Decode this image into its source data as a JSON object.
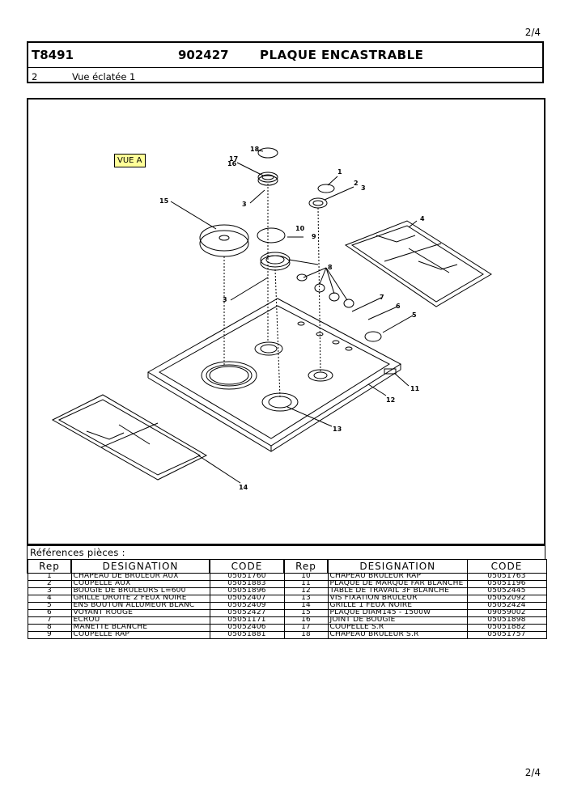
{
  "page": {
    "number": "2/4"
  },
  "header": {
    "model": "T8491",
    "reference": "902427",
    "title": "PLAQUE ENCASTRABLE",
    "view_number": "2",
    "view_label": "Vue éclatée 1"
  },
  "diagram": {
    "view_tag": "VUE A",
    "callouts": [
      "1",
      "2",
      "3",
      "4",
      "5",
      "6",
      "7",
      "8",
      "9",
      "10",
      "11",
      "12",
      "13",
      "14",
      "15",
      "16",
      "17",
      "18"
    ]
  },
  "parts": {
    "caption": "Références pièces  :",
    "headers": {
      "rep": "Rep",
      "designation": "DESIGNATION",
      "code": "CODE"
    },
    "rows": [
      {
        "left": {
          "rep": "1",
          "designation": "CHAPEAU DE BRULEUR AUX",
          "code": "05051760"
        },
        "right": {
          "rep": "10",
          "designation": "CHAPEAU BRULEUR RAP",
          "code": "05051763"
        }
      },
      {
        "left": {
          "rep": "2",
          "designation": "COUPELLE AUX",
          "code": "05051883"
        },
        "right": {
          "rep": "11",
          "designation": "PLAQUE DE MARQUE FAR BLANCHE",
          "code": "05051196"
        }
      },
      {
        "left": {
          "rep": "3",
          "designation": "BOUGIE DE  BRULEURS L=600",
          "code": "05051896"
        },
        "right": {
          "rep": "12",
          "designation": "TABLE DE TRAVAIL 3F BLANCHE",
          "code": "05052445"
        }
      },
      {
        "left": {
          "rep": "4",
          "designation": "GRILLE DROITE 2 FEUX NOIRE",
          "code": "05052407"
        },
        "right": {
          "rep": "13",
          "designation": "VIS FIXATION BRULEUR",
          "code": "05052092"
        }
      },
      {
        "left": {
          "rep": "5",
          "designation": "ENS BOUTON  ALLUMEUR BLANC",
          "code": "05052409"
        },
        "right": {
          "rep": "14",
          "designation": "GRILLE 1 FEUX NOIRE",
          "code": "05052424"
        }
      },
      {
        "left": {
          "rep": "6",
          "designation": "VOYANT ROUGE",
          "code": "05052427"
        },
        "right": {
          "rep": "15",
          "designation": "PLAQUE DIAM145 - 1500W",
          "code": "09059002"
        }
      },
      {
        "left": {
          "rep": "7",
          "designation": "ECROU",
          "code": "05051171"
        },
        "right": {
          "rep": "16",
          "designation": "JOINT DE BOUGIE",
          "code": "05051898"
        }
      },
      {
        "left": {
          "rep": "8",
          "designation": "MANETTE BLANCHE",
          "code": "05052406"
        },
        "right": {
          "rep": "17",
          "designation": "COUPELLE S.R",
          "code": "05051882"
        }
      },
      {
        "left": {
          "rep": "9",
          "designation": "COUPELLE RAP",
          "code": "05051881"
        },
        "right": {
          "rep": "18",
          "designation": "CHAPEAU BRULEUR S.R",
          "code": "05051757"
        }
      }
    ]
  }
}
